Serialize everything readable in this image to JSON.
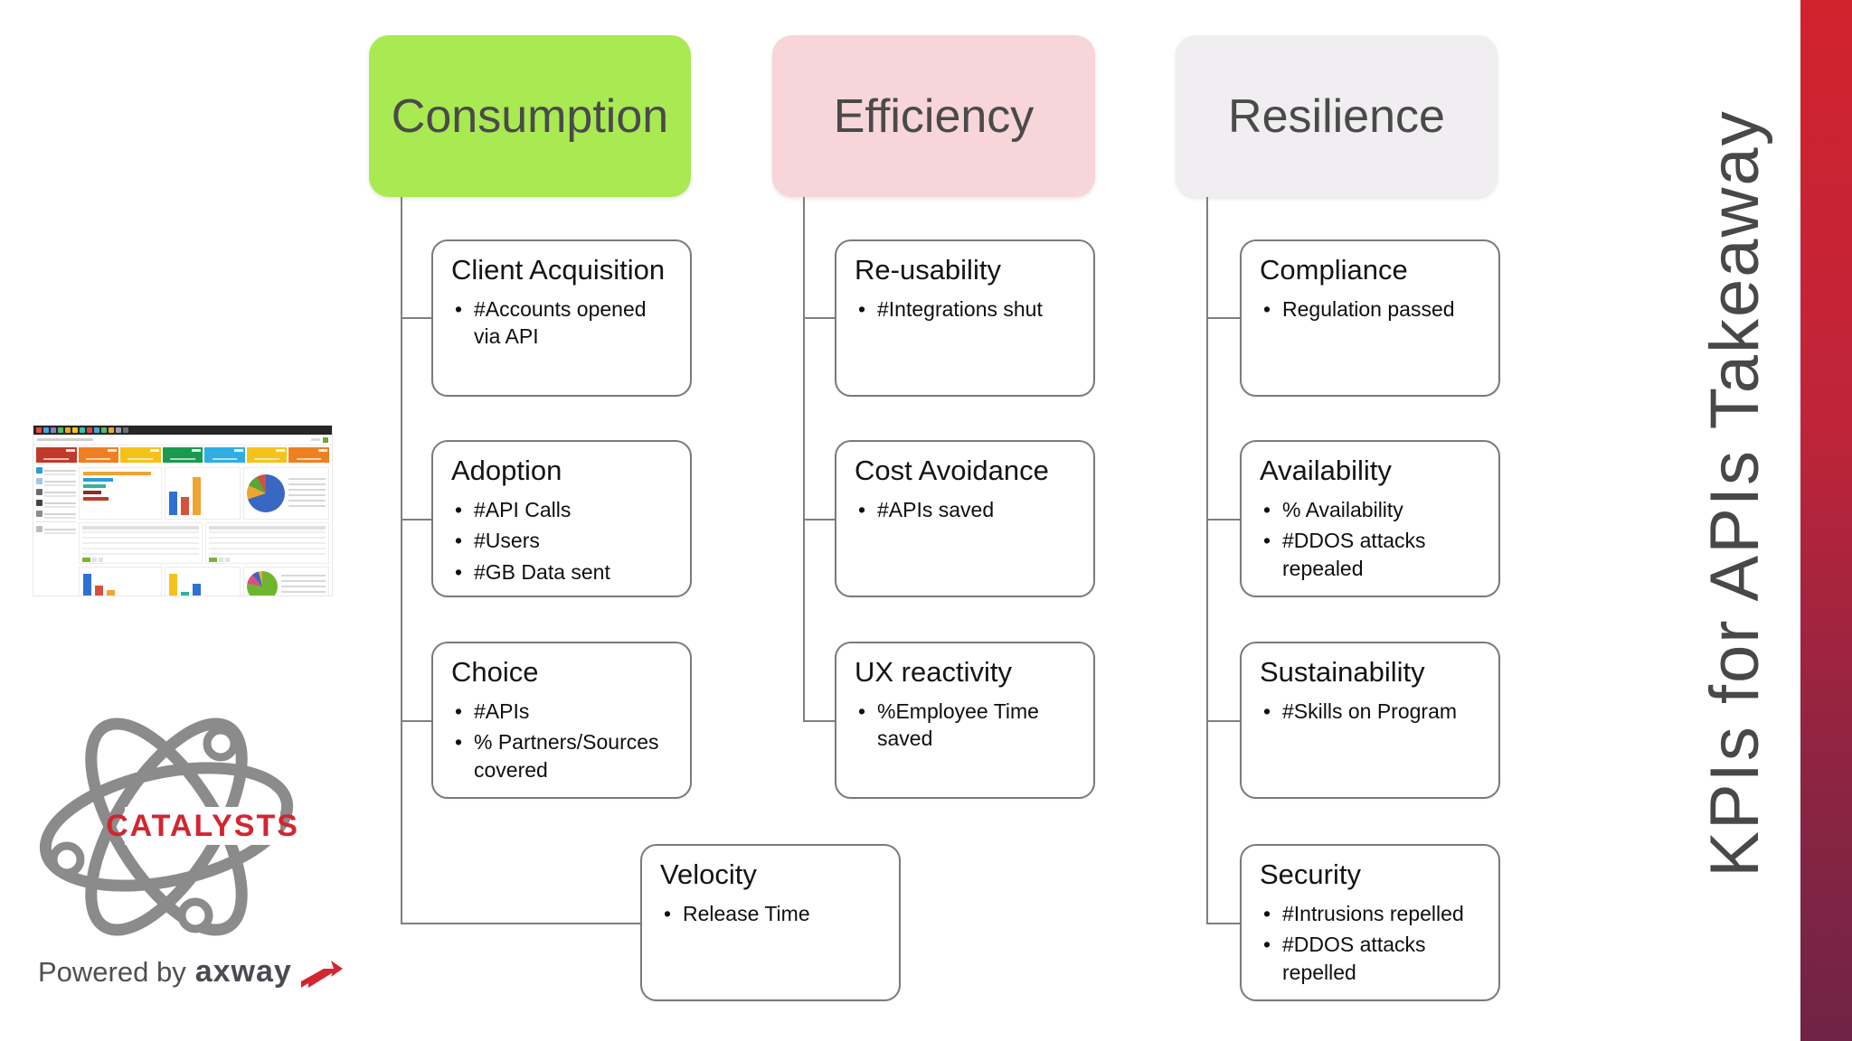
{
  "title": "KPIs for APIs Takeaway",
  "colors": {
    "consumption": "#a9e952",
    "efficiency": "#f7d5d8",
    "resilience": "#f0eef0",
    "gradtop": "#d1222e",
    "gradbottom": "#6f2346",
    "brandred": "#d22630",
    "connector": "#7f7f7f",
    "heading": "#484848"
  },
  "columns": [
    {
      "label": "Consumption",
      "boxes": [
        {
          "title": "Client Acquisition",
          "bullets": [
            "#Accounts opened via API"
          ]
        },
        {
          "title": "Adoption",
          "bullets": [
            "#API Calls",
            "#Users",
            "#GB Data sent"
          ]
        },
        {
          "title": "Choice",
          "bullets": [
            "#APIs",
            "% Partners/Sources covered"
          ]
        },
        {
          "title": "Velocity",
          "bullets": [
            "Release Time"
          ]
        }
      ]
    },
    {
      "label": "Efficiency",
      "boxes": [
        {
          "title": "Re-usability",
          "bullets": [
            "#Integrations shut"
          ]
        },
        {
          "title": "Cost Avoidance",
          "bullets": [
            "#APIs saved"
          ]
        },
        {
          "title": "UX reactivity",
          "bullets": [
            "%Employee Time saved"
          ]
        }
      ]
    },
    {
      "label": "Resilience",
      "boxes": [
        {
          "title": "Compliance",
          "bullets": [
            "Regulation passed"
          ]
        },
        {
          "title": "Availability",
          "bullets": [
            "% Availability",
            "#DDOS attacks repealed"
          ]
        },
        {
          "title": "Sustainability",
          "bullets": [
            "#Skills on Program"
          ]
        },
        {
          "title": "Security",
          "bullets": [
            "#Intrusions repelled",
            "#DDOS attacks repelled"
          ]
        }
      ]
    }
  ],
  "logo": {
    "name": "CATALYSTS",
    "powered_by": "Powered by",
    "brand": "axway"
  },
  "thumbnail": {
    "tile_colors": [
      "#c0392b",
      "#ef8022",
      "#f5c21c",
      "#199b4f",
      "#30aee4",
      "#f5c21c",
      "#ef8022"
    ]
  }
}
